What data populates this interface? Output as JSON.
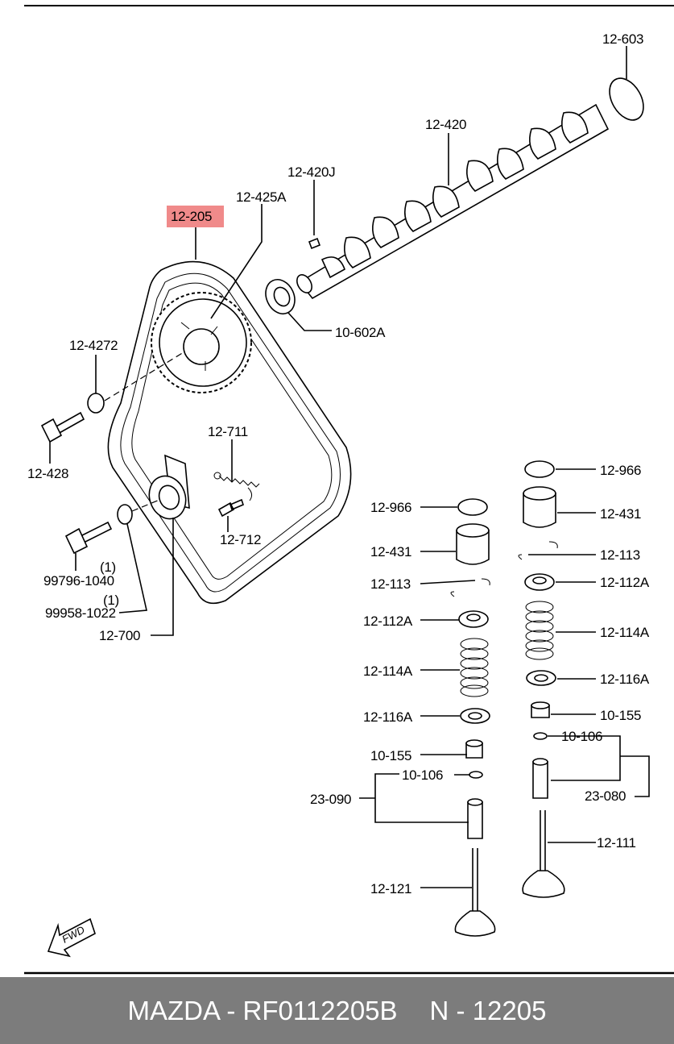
{
  "labels": {
    "l12603": "12-603",
    "l12420": "12-420",
    "l12420J": "12-420J",
    "l12205": "12-205",
    "l12425A": "12-425A",
    "l10602A": "10-602A",
    "l124272": "12-4272",
    "l12428": "12-428",
    "l12711": "12-711",
    "l12712": "12-712",
    "l99796": "99796-1040",
    "l99796n": "(1)",
    "l99958": "99958-1022",
    "l99958n": "(1)",
    "l12700": "12-700",
    "r12966": "12-966",
    "r12431": "12-431",
    "r12113": "12-113",
    "r12112A": "12-112A",
    "r12114A": "12-114A",
    "r12116A": "12-116A",
    "r10155": "10-155",
    "r10106": "10-106",
    "r23080": "23-080",
    "r12111": "12-111",
    "m12966": "12-966",
    "m12431": "12-431",
    "m12113": "12-113",
    "m12112A": "12-112A",
    "m12114A": "12-114A",
    "m12116A": "12-116A",
    "m10155": "10-155",
    "m10106": "10-106",
    "m23090": "23-090",
    "m12121": "12-121",
    "fwd": "FWD"
  },
  "highlight_part": "12-205",
  "highlight_color": "#f08a8a",
  "footer": {
    "left": "MAZDA - RF0112205B",
    "right": "N - 12205"
  },
  "footer_bg": "#7c7c7c"
}
